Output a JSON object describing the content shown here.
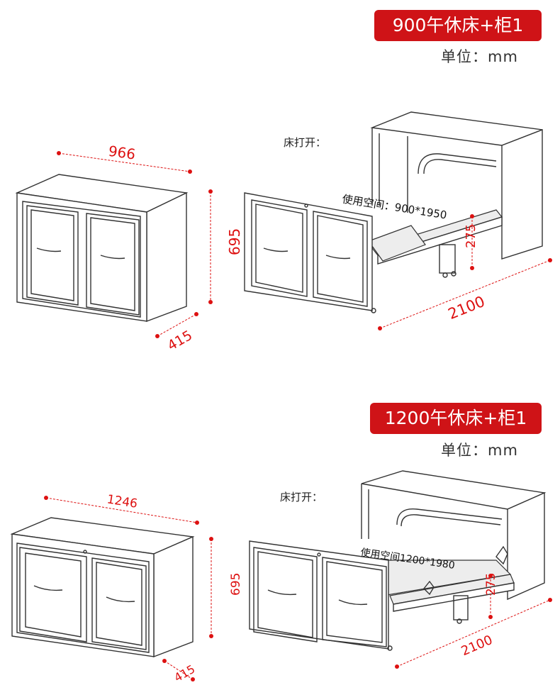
{
  "section1": {
    "badge": "900午休床+柜1",
    "unit": "单位：mm",
    "open_label": "床打开：",
    "width": "966",
    "height": "695",
    "depth": "415",
    "space": "使用空间：900*1950",
    "bed_height": "275",
    "length": "2100"
  },
  "section2": {
    "badge": "1200午休床+柜1",
    "unit": "单位：mm",
    "open_label": "床打开：",
    "width": "1246",
    "height": "695",
    "depth": "415",
    "space": "使用空间1200*1980",
    "bed_height": "275",
    "length": "2100"
  },
  "colors": {
    "accent": "#cf1317",
    "dimension": "#d11111"
  }
}
